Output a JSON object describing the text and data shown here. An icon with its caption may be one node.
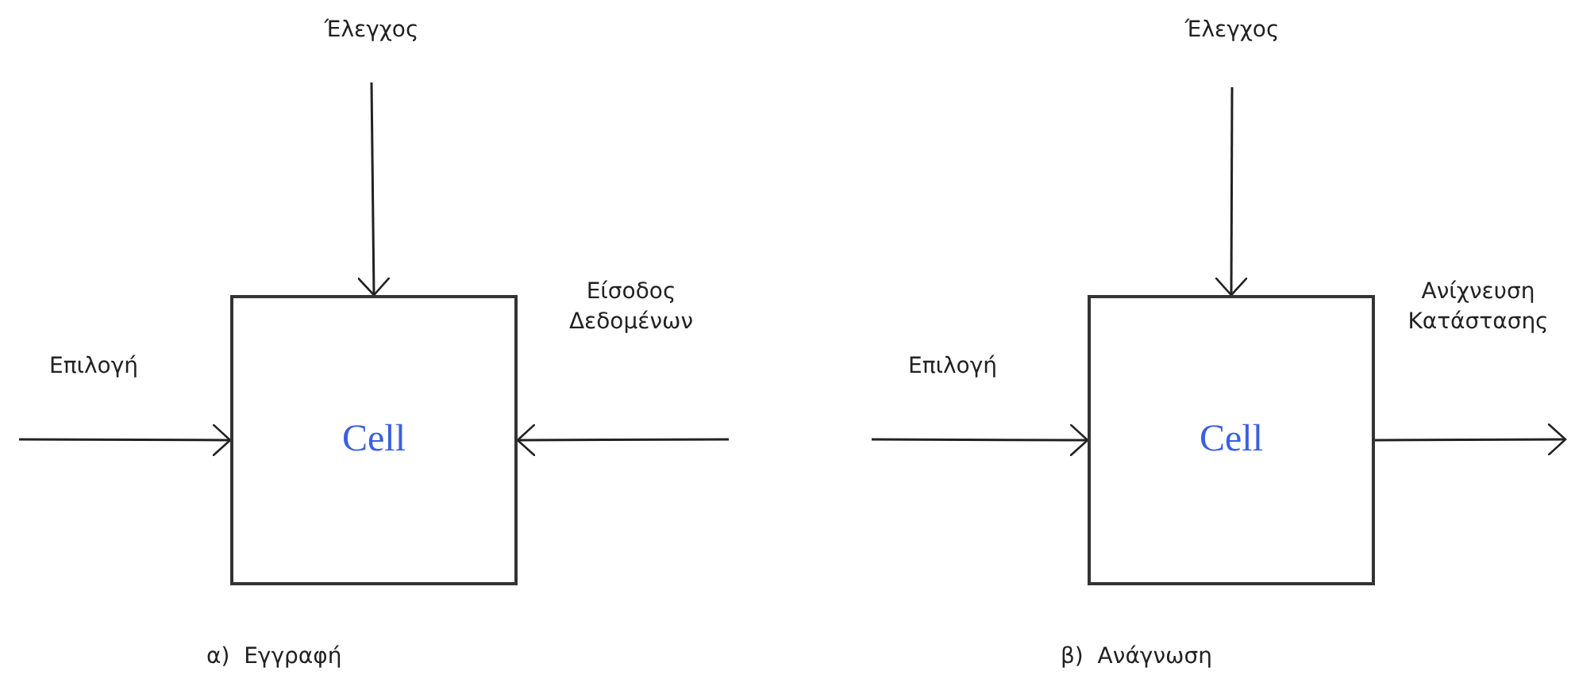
{
  "diagram": {
    "nodes": [
      {
        "text": [
          "Cell"
        ]
      },
      {
        "text": [
          "Cell"
        ]
      }
    ],
    "edges": [
      {
        "from": null,
        "to": 0,
        "arrow": "to",
        "label": "Επιλογή"
      },
      {
        "from": null,
        "to": 0,
        "arrow": "to",
        "label": "Έλεγχος"
      },
      {
        "from": null,
        "to": 0,
        "arrow": "to",
        "label": "Είσοδος Δεδομένων"
      },
      {
        "from": null,
        "to": 1,
        "arrow": "to",
        "label": "Επιλογή"
      },
      {
        "from": null,
        "to": 1,
        "arrow": "to",
        "label": "Έλεγχος"
      },
      {
        "from": 1,
        "to": null,
        "arrow": "to",
        "label": "Ανίχνευση Κατάστασης"
      }
    ],
    "labels": [
      "α)  Εγγραφή",
      "β)  Ανάγνωση"
    ]
  }
}
